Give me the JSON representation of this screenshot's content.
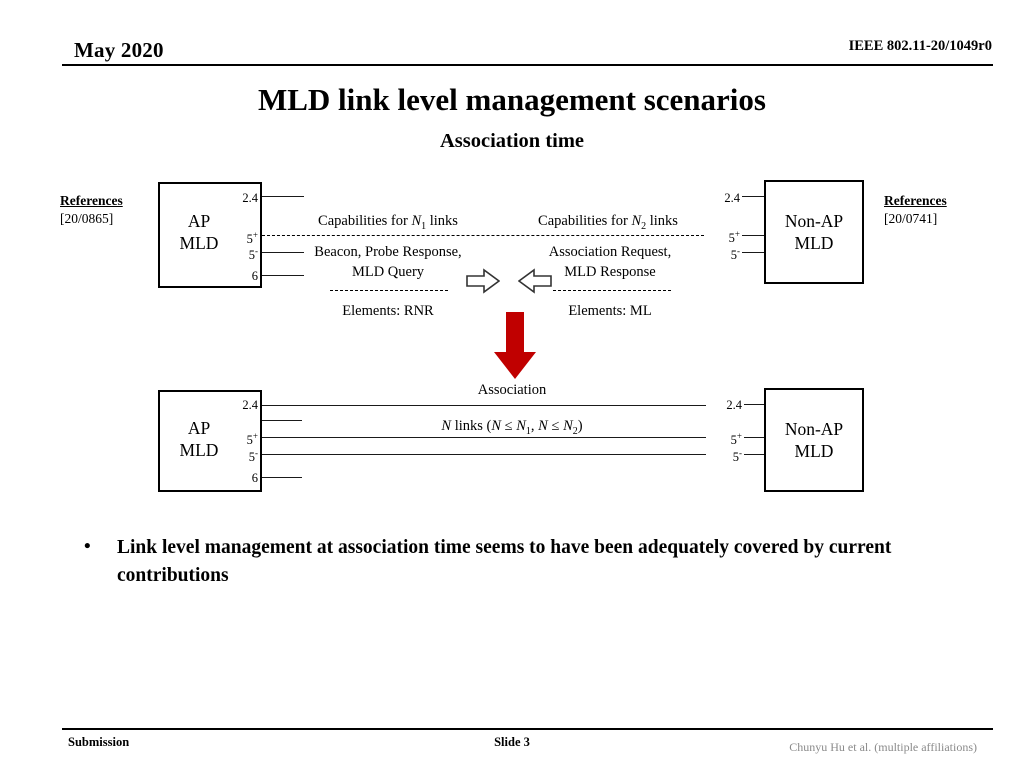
{
  "header": {
    "date": "May 2020",
    "doc_number": "IEEE 802.11-20/1049r0"
  },
  "title": "MLD link level management scenarios",
  "subtitle": "Association time",
  "references": {
    "left": {
      "heading": "References",
      "doc": "[20/0865]"
    },
    "right": {
      "heading": "References",
      "doc": "[20/0741]"
    }
  },
  "diagram_top": {
    "ap_mld": {
      "line1": "AP",
      "line2": "MLD",
      "bands": [
        "2.4",
        "5+",
        "5-",
        "6"
      ]
    },
    "non_ap_mld": {
      "line1": "Non-AP",
      "line2": "MLD",
      "bands": [
        "2.4",
        "5+",
        "5-"
      ]
    },
    "left_messages": {
      "capabilities": "Capabilities for N1 links",
      "frames_line1": "Beacon, Probe Response,",
      "frames_line2": "MLD Query",
      "elements": "Elements: RNR"
    },
    "right_messages": {
      "capabilities": "Capabilities for N2 links",
      "frames_line1": "Association Request,",
      "frames_line2": "MLD Response",
      "elements": "Elements: ML"
    },
    "arrow_right_icon": "arrow-right-outline-icon",
    "arrow_left_icon": "arrow-left-outline-icon"
  },
  "transition": {
    "arrow_icon": "arrow-down-red-icon",
    "arrow_color": "#C00000"
  },
  "diagram_bottom": {
    "ap_mld": {
      "line1": "AP",
      "line2": "MLD",
      "bands": [
        "2.4",
        "5+",
        "5-",
        "6"
      ]
    },
    "non_ap_mld": {
      "line1": "Non-AP",
      "line2": "MLD",
      "bands": [
        "2.4",
        "5+",
        "5-"
      ]
    },
    "association_label": "Association",
    "links_formula": "N links (N ≤ N1, N ≤ N2)"
  },
  "bullets": [
    {
      "marker": "•",
      "text": "Link level management at association time seems to have been adequately covered by current contributions"
    }
  ],
  "footer": {
    "left": "Submission",
    "center": "Slide 3",
    "right": "Chunyu Hu et al. (multiple affiliations)"
  }
}
